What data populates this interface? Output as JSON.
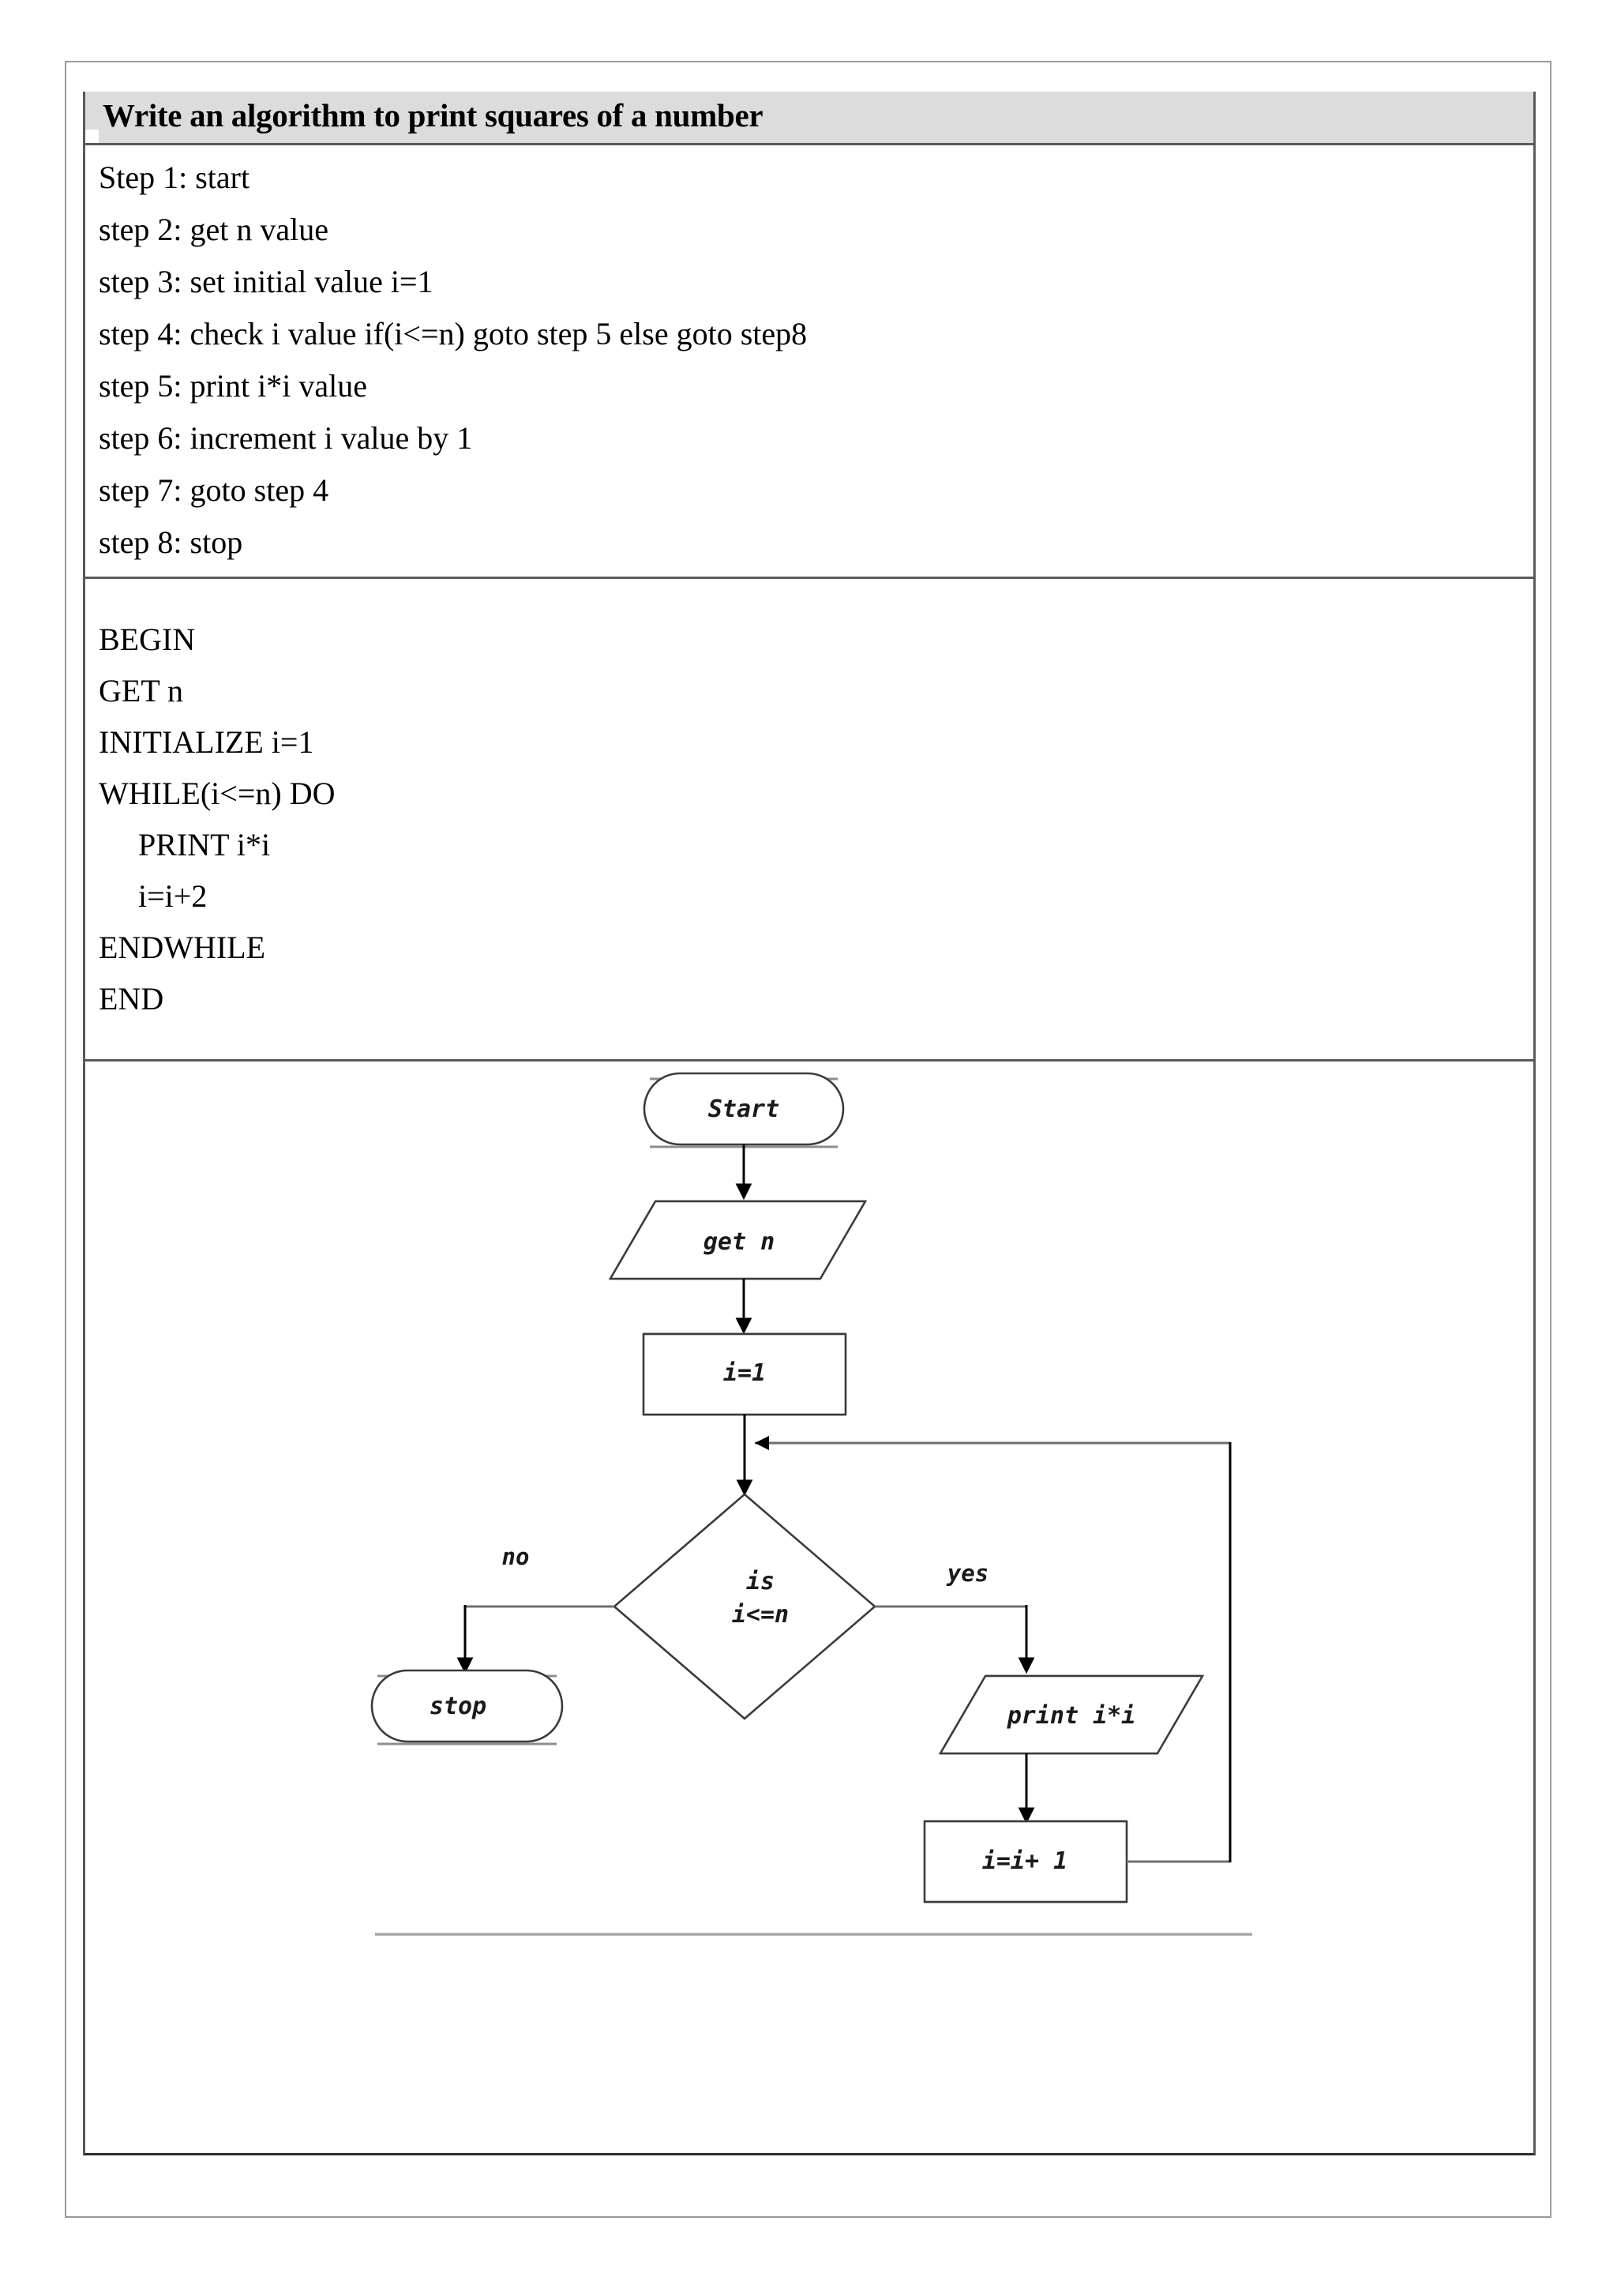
{
  "document": {
    "title": "Write an algorithm to print squares of a number"
  },
  "algorithm": {
    "steps": [
      "Step 1: start",
      "step 2: get n value",
      "step 3: set initial value i=1",
      "step 4: check i value if(i<=n) goto step 5 else goto step8",
      "step 5: print i*i value",
      "step 6: increment i value by 1",
      "step 7: goto step 4",
      "step 8: stop"
    ]
  },
  "pseudocode": {
    "lines": [
      "BEGIN",
      "GET n",
      "INITIALIZE i=1",
      "WHILE(i<=n) DO",
      "     PRINT i*i",
      "     i=i+2",
      "ENDWHILE",
      "END"
    ]
  },
  "flowchart": {
    "nodes": {
      "start": "Start",
      "get_n": "get  n",
      "init": "i=1",
      "decision_line1": "is",
      "decision_line2": "i<=n",
      "stop": "stop",
      "print": "print  i*i",
      "increment": "i=i+ 1"
    },
    "edges": {
      "no": "no",
      "yes": "yes"
    }
  },
  "colors": {
    "header_band": "#dcdcdc",
    "table_border": "#5a5a5a",
    "page_border": "#9a9a9a",
    "shape_stroke": "#3b3b3b",
    "shape_shadow": "#8d8d8d",
    "text": "#000000"
  }
}
